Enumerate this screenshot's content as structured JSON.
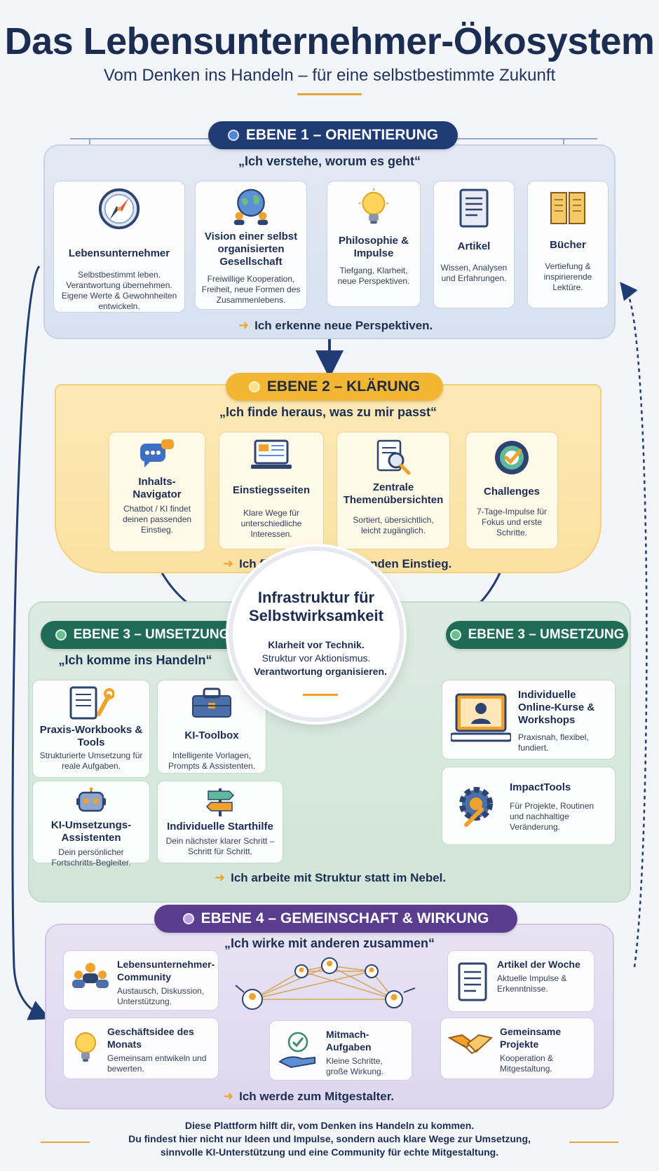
{
  "header": {
    "title": "Das Lebensunternehmer-Ökosystem",
    "subtitle": "Vom Denken ins Handeln – für eine selbstbestimmte Zukunft"
  },
  "level1": {
    "label": "EBENE 1 – ORIENTIERUNG",
    "quote": "„Ich verstehe, worum es geht“",
    "cards": [
      {
        "title": "Lebensunternehmer",
        "desc": "Selbstbestimmt leben. Verantwortung übernehmen. Eigene Werte & Gewohnheiten entwickeln.",
        "icon": "compass-icon"
      },
      {
        "title": "Vision einer selbst organisierten Gesellschaft",
        "desc": "Freiwillige Kooperation, Freiheit, neue Formen des Zusammenlebens.",
        "icon": "globe-people-icon"
      },
      {
        "title": "Philosophie & Impulse",
        "desc": "Tiefgang, Klarheit, neue Perspektiven.",
        "icon": "lightbulb-icon"
      },
      {
        "title": "Artikel",
        "desc": "Wissen, Analysen und Erfahrungen.",
        "icon": "document-icon"
      },
      {
        "title": "Bücher",
        "desc": "Vertiefung & inspirierende Lektüre.",
        "icon": "open-book-icon"
      }
    ],
    "result": "Ich erkenne neue Perspektiven."
  },
  "level2": {
    "label": "EBENE 2 – KLÄRUNG",
    "quote": "„Ich finde heraus, was zu mir passt“",
    "cards": [
      {
        "title": "Inhalts-Navigator",
        "desc": "Chatbot / KI findet deinen passenden Einstieg.",
        "icon": "chatbot-icon"
      },
      {
        "title": "Einstiegsseiten",
        "desc": "Klare Wege für unterschiedliche Interessen.",
        "icon": "laptop-icon"
      },
      {
        "title": "Zentrale Themenübersichten",
        "desc": "Sortiert, übersichtlich, leicht zugänglich.",
        "icon": "magnifier-document-icon"
      },
      {
        "title": "Challenges",
        "desc": "7-Tage-Impulse für Fokus und erste Schritte.",
        "icon": "target-check-icon"
      }
    ],
    "result": "Ich finde meinen passenden Einstieg."
  },
  "hub": {
    "title": "Infrastruktur für Selbstwirksamkeit",
    "line1": "Klarheit vor Technik.",
    "line2": "Struktur vor Aktionismus.",
    "line3": "Verantwortung organisieren."
  },
  "level3": {
    "label_left": "EBENE 3 – UMSETZUNG",
    "label_right": "EBENE 3 – UMSETZUNG",
    "quote": "„Ich komme ins Handeln“",
    "cards_left": [
      {
        "title": "Praxis-Workbooks & Tools",
        "desc": "Strukturierte Umsetzung für reale Aufgaben.",
        "icon": "workbook-wrench-icon"
      },
      {
        "title": "KI-Toolbox",
        "desc": "Intelligente Vorlagen, Prompts & Assistenten.",
        "icon": "toolbox-icon"
      },
      {
        "title": "KI-Umsetzungs-Assistenten",
        "desc": "Dein persönlicher Fortschritts-Begleiter.",
        "icon": "robot-icon"
      },
      {
        "title": "Individuelle Starthilfe",
        "desc": "Dein nächster klarer Schritt – Schritt für Schritt.",
        "icon": "signpost-icon"
      }
    ],
    "cards_right": [
      {
        "title": "Individuelle Online-Kurse & Workshops",
        "desc": "Praxisnah, flexibel, fundiert.",
        "icon": "online-course-icon"
      },
      {
        "title": "ImpactTools",
        "desc": "Für Projekte, Routinen und nachhaltige Veränderung.",
        "icon": "gear-pencil-icon"
      }
    ],
    "result": "Ich arbeite mit Struktur statt im Nebel."
  },
  "level4": {
    "label": "EBENE 4 – GEMEINSCHAFT & WIRKUNG",
    "quote": "„Ich wirke mit anderen zusammen“",
    "cards": [
      {
        "title": "Lebensunternehmer-Community",
        "desc": "Austausch, Diskussion, Unterstützung.",
        "icon": "community-icon"
      },
      {
        "title": "Artikel der Woche",
        "desc": "Aktuelle Impulse & Erkenntnisse.",
        "icon": "article-icon"
      },
      {
        "title": "Geschäftsidee des Monats",
        "desc": "Gemeinsam entwikeln und bewerten.",
        "icon": "idea-bulb-icon"
      },
      {
        "title": "Mitmach-Aufgaben",
        "desc": "Kleine Schritte, große Wirkung.",
        "icon": "hand-check-icon"
      },
      {
        "title": "Gemeinsame Projekte",
        "desc": "Kooperation & Mitgestaltung.",
        "icon": "handshake-icon"
      }
    ],
    "result": "Ich werde zum Mitgestalter."
  },
  "footer": {
    "line1": "Diese Plattform hilft dir, vom Denken ins Handeln zu kommen.",
    "line2": "Du findest hier nicht nur Ideen und Impulse, sondern auch klare Wege zur Umsetzung,",
    "line3": "sinnvolle KI-Unterstützung und eine Community für echte Mitgestaltung."
  },
  "colors": {
    "navy": "#1f3c74",
    "gold": "#f2b632",
    "green": "#1f6b55",
    "purple": "#5a3d8e",
    "accent_orange": "#f0a22c"
  }
}
